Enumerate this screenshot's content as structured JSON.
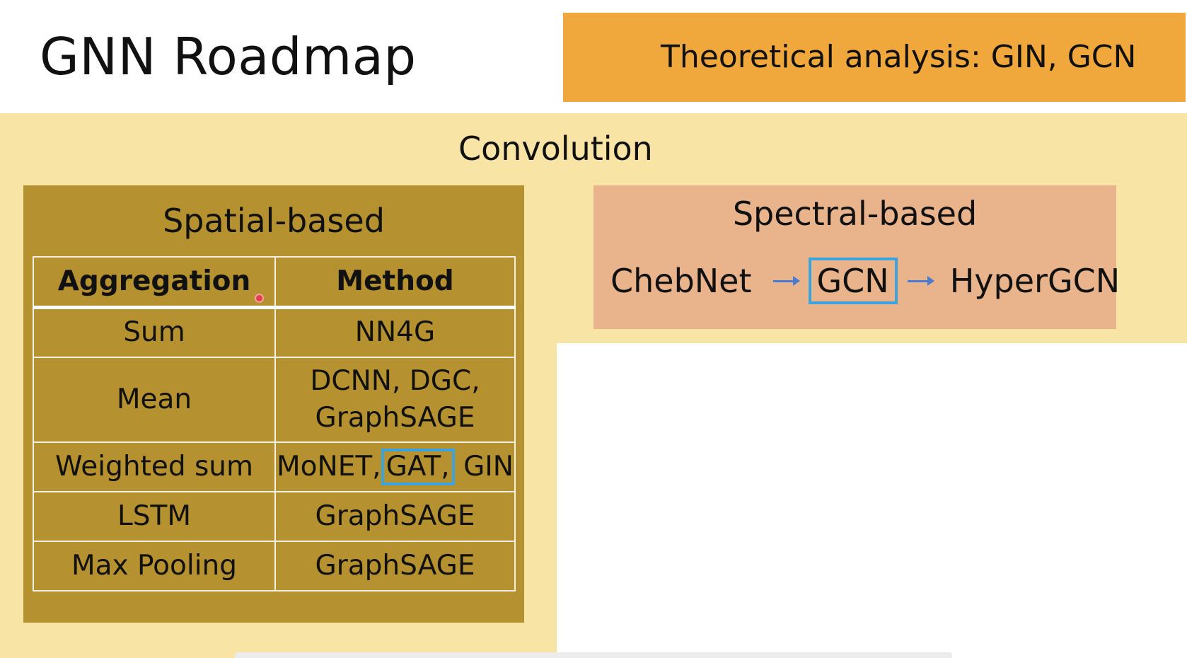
{
  "slide": {
    "title": "GNN Roadmap",
    "banner": "Theoretical analysis: GIN, GCN",
    "convolution_label": "Convolution"
  },
  "spatial": {
    "title": "Spatial-based",
    "headers": [
      "Aggregation",
      "Method"
    ],
    "rows": [
      {
        "aggregation": "Sum",
        "method": "NN4G"
      },
      {
        "aggregation": "Mean",
        "method_line1": "DCNN, DGC,",
        "method_line2": "GraphSAGE"
      },
      {
        "aggregation": "Weighted sum",
        "method_pre": "MoNET,",
        "method_highlight": "GAT,",
        "method_post": "GIN"
      },
      {
        "aggregation": "LSTM",
        "method": "GraphSAGE"
      },
      {
        "aggregation": "Max Pooling",
        "method": "GraphSAGE"
      }
    ]
  },
  "spectral": {
    "title": "Spectral-based",
    "chain": [
      "ChebNet",
      "GCN",
      "HyperGCN"
    ],
    "highlighted": "GCN"
  },
  "colors": {
    "banner": "#f0a83c",
    "convolution_bg": "#f8e4a4",
    "spatial_bg": "#b5912f",
    "spectral_bg": "#e9b48c",
    "highlight_border": "#3ba3dd",
    "arrow": "#4a7bd0"
  }
}
